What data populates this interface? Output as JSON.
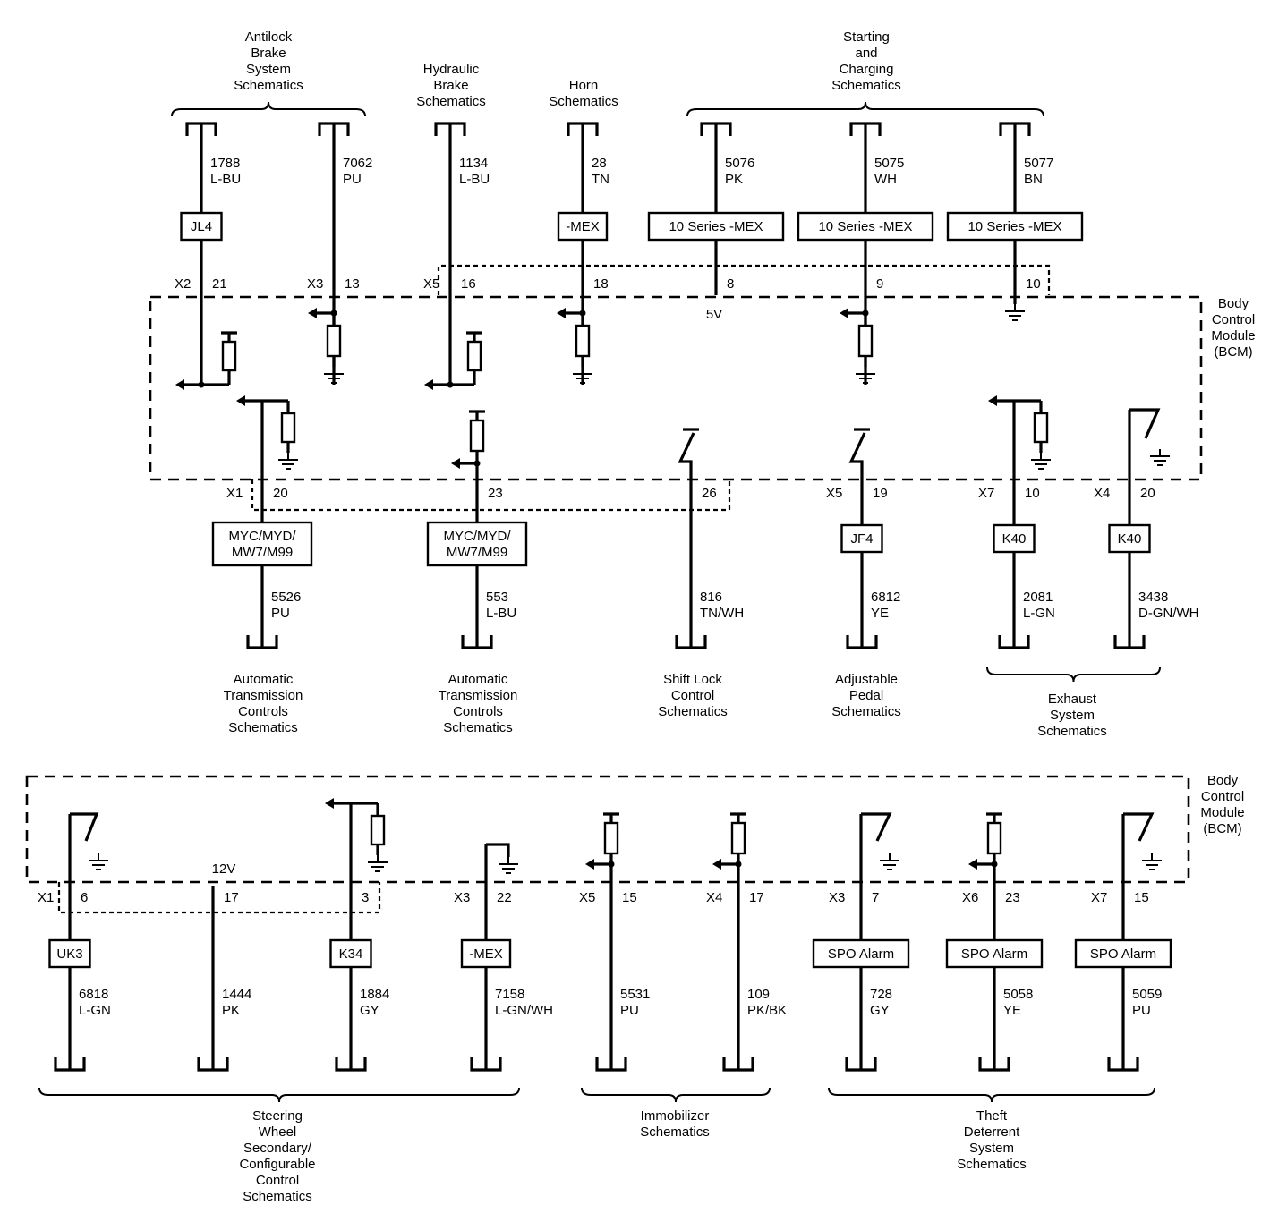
{
  "module_label": [
    "Body",
    "Control",
    "Module",
    "(BCM)"
  ],
  "top": {
    "groups": [
      {
        "id": "abs",
        "lines": [
          "Antilock",
          "Brake",
          "System",
          "Schematics"
        ]
      },
      {
        "id": "hyd",
        "lines": [
          "Hydraulic",
          "Brake",
          "Schematics"
        ]
      },
      {
        "id": "horn",
        "lines": [
          "Horn",
          "Schematics"
        ]
      },
      {
        "id": "start",
        "lines": [
          "Starting",
          "and",
          "Charging",
          "Schematics"
        ]
      }
    ],
    "upper_wires": [
      {
        "circuit": "1788",
        "color": "L-BU",
        "option": "JL4",
        "conn": "X2",
        "pin": "21"
      },
      {
        "circuit": "7062",
        "color": "PU",
        "option": "",
        "conn": "X3",
        "pin": "13"
      },
      {
        "circuit": "1134",
        "color": "L-BU",
        "option": "",
        "conn": "X5",
        "pin": "16"
      },
      {
        "circuit": "28",
        "color": "TN",
        "option": "-MEX",
        "conn": "",
        "pin": "18"
      },
      {
        "circuit": "5076",
        "color": "PK",
        "option": "10 Series -MEX",
        "conn": "",
        "pin": "8"
      },
      {
        "circuit": "5075",
        "color": "WH",
        "option": "10 Series -MEX",
        "conn": "",
        "pin": "9"
      },
      {
        "circuit": "5077",
        "color": "BN",
        "option": "10 Series -MEX",
        "conn": "",
        "pin": "10"
      }
    ],
    "voltage_5v": "5V",
    "lower_wires": [
      {
        "circuit": "5526",
        "color": "PU",
        "option": [
          "MYC/MYD/",
          "MW7/M99"
        ],
        "conn": "X1",
        "pin": "20"
      },
      {
        "circuit": "553",
        "color": "L-BU",
        "option": [
          "MYC/MYD/",
          "MW7/M99"
        ],
        "conn": "",
        "pin": "23"
      },
      {
        "circuit": "816",
        "color": "TN/WH",
        "option": "",
        "conn": "",
        "pin": "26"
      },
      {
        "circuit": "6812",
        "color": "YE",
        "option": "JF4",
        "conn": "X5",
        "pin": "19"
      },
      {
        "circuit": "2081",
        "color": "L-GN",
        "option": "K40",
        "conn": "X7",
        "pin": "10"
      },
      {
        "circuit": "3438",
        "color": "D-GN/WH",
        "option": "K40",
        "conn": "X4",
        "pin": "20"
      }
    ],
    "bottom_labels": [
      {
        "id": "atc1",
        "lines": [
          "Automatic",
          "Transmission",
          "Controls",
          "Schematics"
        ]
      },
      {
        "id": "atc2",
        "lines": [
          "Automatic",
          "Transmission",
          "Controls",
          "Schematics"
        ]
      },
      {
        "id": "shift",
        "lines": [
          "Shift Lock",
          "Control",
          "Schematics"
        ]
      },
      {
        "id": "pedal",
        "lines": [
          "Adjustable",
          "Pedal",
          "Schematics"
        ]
      },
      {
        "id": "exhaust",
        "lines": [
          "Exhaust",
          "System",
          "Schematics"
        ]
      }
    ]
  },
  "bottom": {
    "voltage_12v": "12V",
    "wires": [
      {
        "circuit": "6818",
        "color": "L-GN",
        "option": "UK3",
        "conn": "X1",
        "pin": "6"
      },
      {
        "circuit": "1444",
        "color": "PK",
        "option": "",
        "conn": "",
        "pin": "17"
      },
      {
        "circuit": "1884",
        "color": "GY",
        "option": "K34",
        "conn": "",
        "pin": "3"
      },
      {
        "circuit": "7158",
        "color": "L-GN/WH",
        "option": "-MEX",
        "conn": "X3",
        "pin": "22"
      },
      {
        "circuit": "5531",
        "color": "PU",
        "option": "",
        "conn": "X5",
        "pin": "15"
      },
      {
        "circuit": "109",
        "color": "PK/BK",
        "option": "",
        "conn": "X4",
        "pin": "17"
      },
      {
        "circuit": "728",
        "color": "GY",
        "option": "SPO Alarm",
        "conn": "X3",
        "pin": "7"
      },
      {
        "circuit": "5058",
        "color": "YE",
        "option": "SPO Alarm",
        "conn": "X6",
        "pin": "23"
      },
      {
        "circuit": "5059",
        "color": "PU",
        "option": "SPO Alarm",
        "conn": "X7",
        "pin": "15"
      }
    ],
    "groups": [
      {
        "id": "steer",
        "lines": [
          "Steering",
          "Wheel",
          "Secondary/",
          "Configurable",
          "Control",
          "Schematics"
        ]
      },
      {
        "id": "immo",
        "lines": [
          "Immobilizer",
          "Schematics"
        ]
      },
      {
        "id": "theft",
        "lines": [
          "Theft",
          "Deterrent",
          "System",
          "Schematics"
        ]
      }
    ]
  }
}
